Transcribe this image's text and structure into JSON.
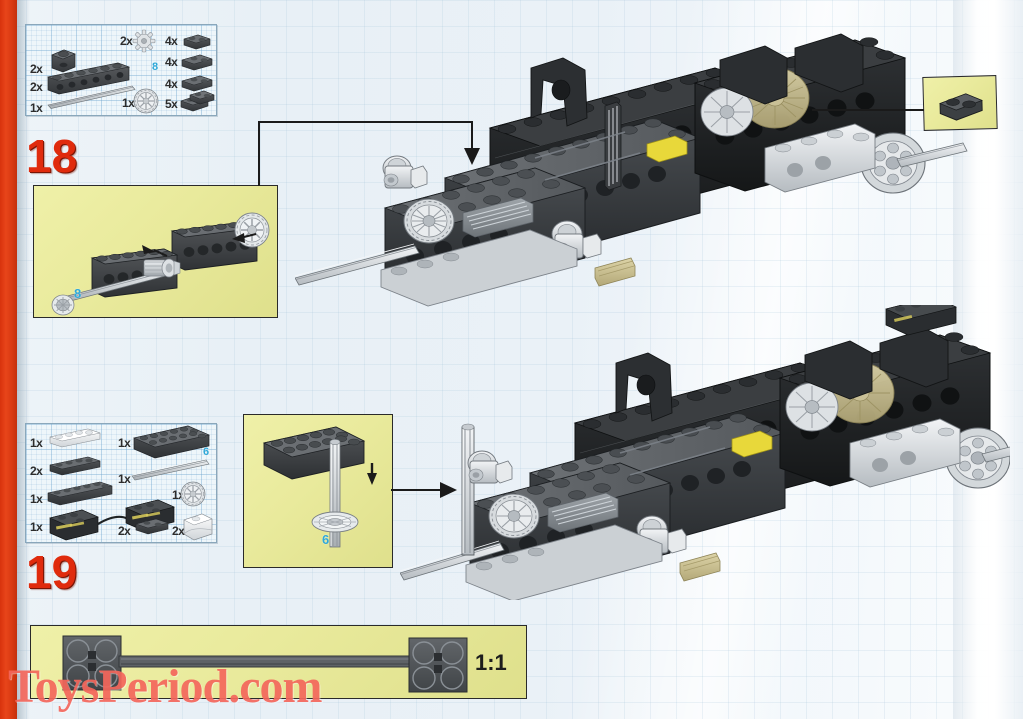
{
  "page": {
    "publisher_watermark": "ToysPeriod.com",
    "scale_label": "1:1",
    "background_color": "#eaf1f7",
    "binding_color": "#d8320d",
    "callout_fill": "#e9ea9c",
    "step_number_color": "#e02b0d",
    "grid_color": "#6ea5cd"
  },
  "steps": [
    {
      "number": "18",
      "parts_panel": {
        "label": "step-18-parts-inventory",
        "columns": [
          {
            "items": [
              {
                "qty": "2x",
                "part": "technic-brick-1x1-with-hole",
                "color": "dark-gray"
              },
              {
                "qty": "2x",
                "part": "technic-brick-1x6-with-holes",
                "color": "dark-gray"
              },
              {
                "qty": "1x",
                "part": "technic-axle-long",
                "color": "light-gray"
              }
            ]
          },
          {
            "items": [
              {
                "qty": "2x",
                "part": "technic-gear-8-tooth",
                "color": "light-gray"
              },
              {
                "qty": "1x",
                "part": "technic-wheel-hub-spoked",
                "color": "light-gray"
              }
            ]
          },
          {
            "items": [
              {
                "qty": "4x",
                "part": "plate-1x2-with-handle",
                "color": "dark-gray"
              },
              {
                "qty": "4x",
                "part": "plate-1x2",
                "color": "dark-gray"
              },
              {
                "qty": "4x",
                "part": "plate-1x2-modified",
                "color": "dark-gray"
              },
              {
                "qty": "5x",
                "part": "plate-1x2-pair",
                "color": "dark-gray"
              }
            ]
          }
        ]
      },
      "callout": {
        "label": "step-18-subassembly-callout",
        "tube_number": "8",
        "description": "technic-brick-with-axle-and-gears-subassembly"
      },
      "model_caption": "",
      "inset_callout": {
        "label": "step-18-plate-inset",
        "part": "plate-1x2",
        "color": "dark-gray"
      }
    },
    {
      "number": "19",
      "parts_panel": {
        "label": "step-19-parts-inventory",
        "columns": [
          {
            "items": [
              {
                "qty": "1x",
                "part": "plate-1x4",
                "color": "white"
              },
              {
                "qty": "2x",
                "part": "plate-1x4",
                "color": "dark-gray"
              },
              {
                "qty": "1x",
                "part": "technic-plate-1x6",
                "color": "dark-gray"
              },
              {
                "qty": "1x",
                "part": "electric-light-brick-2x2-with-wire",
                "color": "dark-gray"
              }
            ]
          },
          {
            "items": [
              {
                "qty": "1x",
                "part": "plate-2x6",
                "color": "dark-gray"
              },
              {
                "qty": "1x",
                "part": "technic-axle-long",
                "color": "light-gray"
              },
              {
                "qty": "1x",
                "part": "electric-light-brick-2x2",
                "color": "dark-gray"
              },
              {
                "qty": "2x",
                "part": "plate-1x2",
                "color": "dark-gray"
              }
            ]
          },
          {
            "items": [
              {
                "qty": "1x",
                "part": "technic-wheel-hub-spoked",
                "color": "light-gray"
              },
              {
                "qty": "2x",
                "part": "slope-brick-curved",
                "color": "white"
              }
            ]
          }
        ]
      },
      "callout": {
        "label": "step-19-subassembly-callout",
        "tube_number": "6",
        "description": "plate-2x6-with-axle-and-bushing-subassembly"
      },
      "scale_reference": {
        "label": "scale-reference-box",
        "scale": "1:1",
        "description": "technic-axle-with-two-2x2-plates-actual-size"
      }
    }
  ],
  "tube_numbers": {
    "step18": "8",
    "step19": "6"
  }
}
